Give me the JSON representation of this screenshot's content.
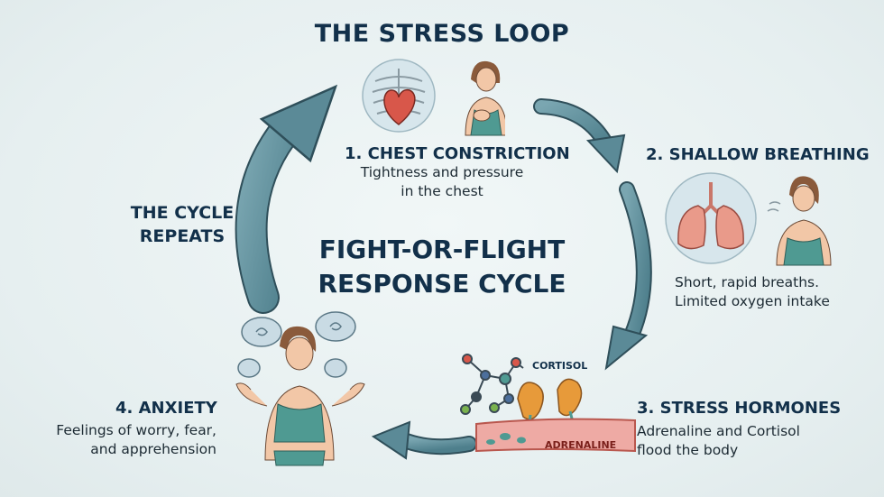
{
  "title": "THE STRESS LOOP",
  "center_title": [
    "FIGHT-OR-FLIGHT",
    "RESPONSE CYCLE"
  ],
  "cycle_label": [
    "THE CYCLE",
    "REPEATS"
  ],
  "steps": [
    {
      "title": "1. CHEST CONSTRICTION",
      "desc": [
        "Tightness and pressure",
        "in the chest"
      ]
    },
    {
      "title": "2. SHALLOW BREATHING",
      "desc": [
        "Short, rapid breaths.",
        "Limited oxygen intake"
      ]
    },
    {
      "title": "3. STRESS HORMONES",
      "desc": [
        "Adrenaline and Cortisol",
        "flood the body"
      ]
    },
    {
      "title": "4. ANXIETY",
      "desc": [
        "Feelings of worry, fear,",
        "and apprehension"
      ]
    }
  ],
  "hormone_labels": {
    "cortisol": "CORTISOL",
    "adrenaline": "ADRENALINE"
  },
  "colors": {
    "arrow": "#5b8a97",
    "title": "#12304a",
    "skin": "#f2c7a7",
    "top": "#4f9a92",
    "hair": "#8a5a3b",
    "heart": "#d8574a",
    "lung": "#e99a8a",
    "gland": "#e79a3a"
  },
  "icons": [
    "ribcage-heart-icon",
    "woman-chest-icon",
    "lungs-icon",
    "woman-breathing-icon",
    "molecule-icon",
    "adrenal-gland-icon",
    "blood-vessel-icon",
    "anxious-woman-icon",
    "stress-swirl-icon"
  ]
}
